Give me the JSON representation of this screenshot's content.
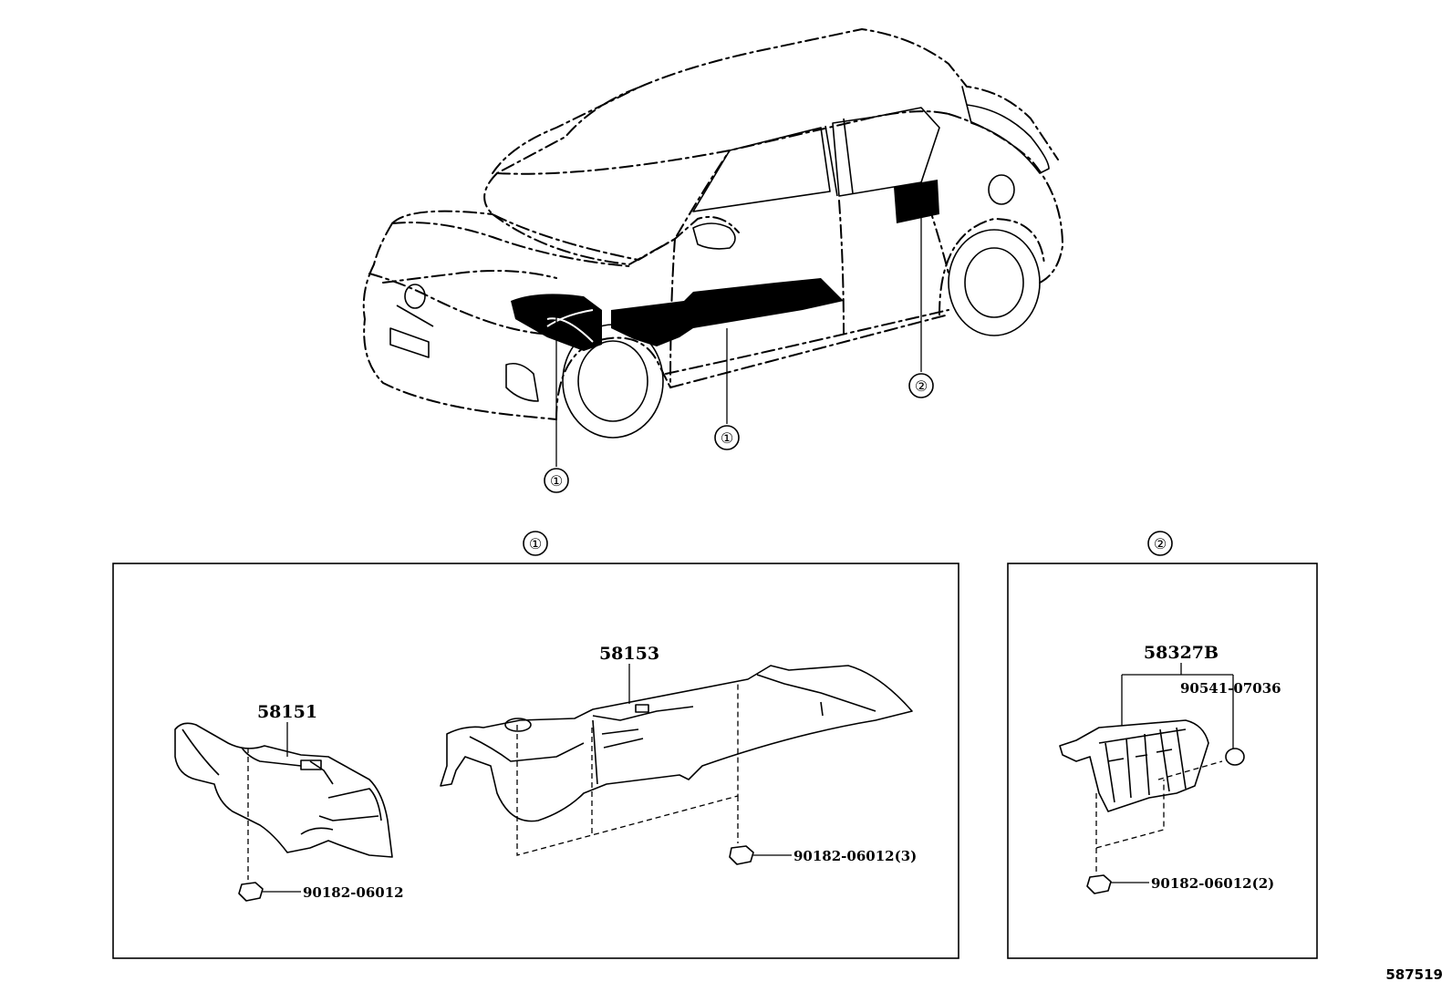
{
  "diagram": {
    "car_callouts": [
      {
        "id": "front-left",
        "number": "①"
      },
      {
        "id": "floor",
        "number": "①"
      },
      {
        "id": "rear",
        "number": "②"
      }
    ],
    "group_1": {
      "label": "①",
      "parts": {
        "p58151": "58151",
        "p58153": "58153",
        "clip_a": "90182-06012",
        "clip_b": "90182-06012(3)"
      }
    },
    "group_2": {
      "label": "②",
      "parts": {
        "p58327b": "58327B",
        "p90541": "90541-07036",
        "clip_c": "90182-06012(2)"
      }
    },
    "figure_id": "587519"
  }
}
